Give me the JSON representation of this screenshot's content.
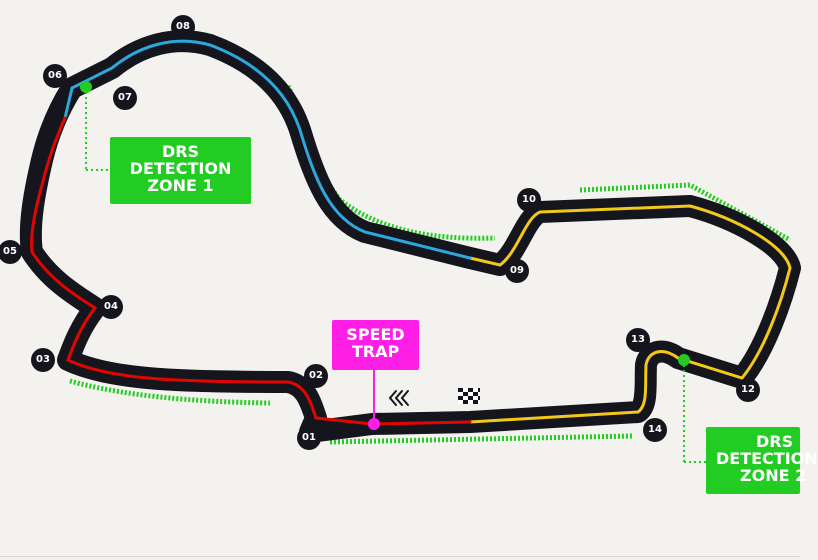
{
  "colors": {
    "track": "#15151e",
    "sector1": "#e10600",
    "sector2": "#2ea8dc",
    "sector3": "#f2c81a",
    "drs_zone": "#22cc22",
    "speed_trap": "#ff1ee6",
    "kerb": "#22cc22",
    "background": "#f4f2ef"
  },
  "turns": [
    "01",
    "02",
    "03",
    "04",
    "05",
    "06",
    "07",
    "08",
    "09",
    "10",
    "12",
    "13",
    "14"
  ],
  "drs_detection_1": {
    "line1": "DRS",
    "line2": "DETECTION",
    "line3": "ZONE 1"
  },
  "drs_detection_2": {
    "line1": "DRS",
    "line2": "DETECTION",
    "line3": "ZONE 2"
  },
  "speed_trap": {
    "line1": "SPEED",
    "line2": "TRAP"
  },
  "icons": {
    "direction": "chevrons-left-icon",
    "start_finish": "checkered-flag-icon"
  }
}
